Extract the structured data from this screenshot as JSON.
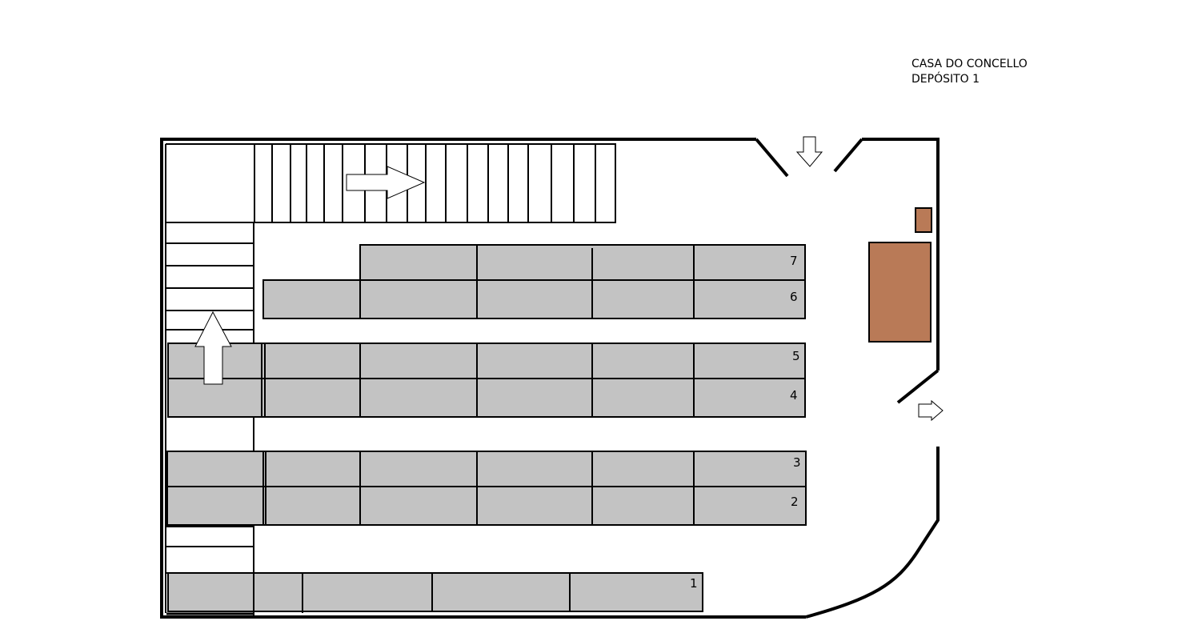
{
  "title": {
    "line1": "CASA DO CONCELLO",
    "line2": "DEPÓSITO 1"
  },
  "racks": [
    {
      "label": "7"
    },
    {
      "label": "6"
    },
    {
      "label": "5"
    },
    {
      "label": "4"
    },
    {
      "label": "3"
    },
    {
      "label": "2"
    },
    {
      "label": "1"
    }
  ],
  "colors": {
    "rack_fill": "#c3c3c3",
    "furniture_fill": "#b97a57",
    "wall": "#000000",
    "arrow_fill": "#ffffff"
  },
  "icons": {
    "entry_arrow": "arrow-down-icon",
    "exit_arrow": "arrow-right-icon",
    "stair_arrow_up": "arrow-up-icon",
    "stair_arrow_right": "arrow-right-icon"
  }
}
